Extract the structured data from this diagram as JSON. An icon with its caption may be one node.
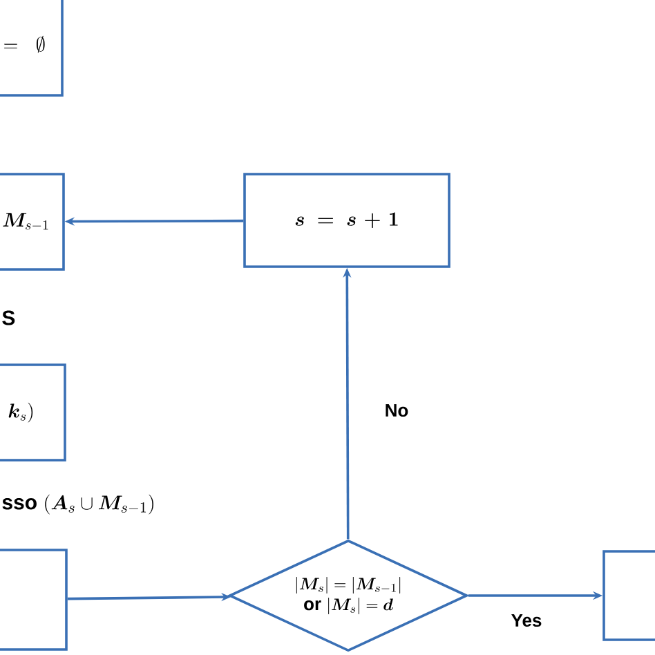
{
  "diagram": {
    "nodes": [
      {
        "text": [
          "=\\emptyset"
        ]
      },
      {
        "text": [
          "\\boldsymbol{M}_{s-1}"
        ]
      },
      {
        "text": [
          "\\boldsymbol{k}_{s})"
        ]
      },
      {
        "text": [],
        "shape": "box"
      },
      {
        "text": [
          "\\begin{array}{c}|\\boldsymbol{M}_s|=|\\boldsymbol{M}_{s-1}|\\\\ \\textbf{or}\\ |\\boldsymbol{M}_s|=\\boldsymbol{d}\\end{array}"
        ]
      },
      {
        "text": [
          "\\boldsymbol{s=s+1}"
        ]
      },
      {
        "text": [],
        "shape": "box"
      }
    ],
    "edges": [
      {
        "from": 5,
        "to": 1,
        "arrow": "to"
      },
      {
        "from": 3,
        "to": 4,
        "arrow": "to"
      },
      {
        "from": 4,
        "to": 5,
        "arrow": "to",
        "label": "No"
      },
      {
        "from": 4,
        "to": 6,
        "arrow": "to",
        "label": "Yes"
      }
    ],
    "labels": [
      "S",
      "\\textbf{sso}\\ (\\boldsymbol{A}_s\\cup\\boldsymbol{M}_{s-1})"
    ]
  }
}
